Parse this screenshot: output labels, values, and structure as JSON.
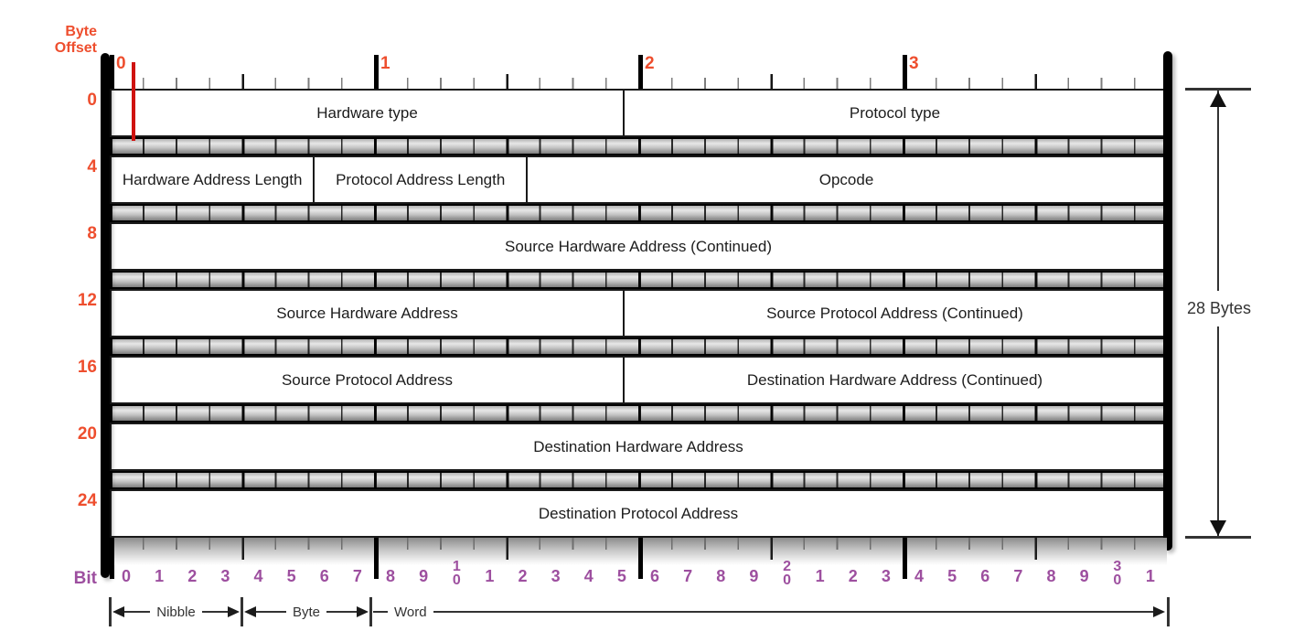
{
  "header": {
    "byte_offset_label": "Byte Offset",
    "byte_numbers": [
      "0",
      "1",
      "2",
      "3"
    ]
  },
  "rows": [
    {
      "offset": "0",
      "fields": [
        {
          "label": "Hardware type",
          "width_frac": 0.487
        },
        {
          "label": "Protocol type",
          "width_frac": 0.513
        }
      ]
    },
    {
      "offset": "4",
      "fields": [
        {
          "label": "Hardware Address Length",
          "width_frac": 0.193
        },
        {
          "label": "Protocol Address Length",
          "width_frac": 0.202
        },
        {
          "label": "Opcode",
          "width_frac": 0.605
        }
      ]
    },
    {
      "offset": "8",
      "fields": [
        {
          "label": "Source Hardware Address (Continued)",
          "width_frac": 1.0
        }
      ]
    },
    {
      "offset": "12",
      "fields": [
        {
          "label": "Source Hardware Address",
          "width_frac": 0.487
        },
        {
          "label": "Source Protocol Address (Continued)",
          "width_frac": 0.513
        }
      ]
    },
    {
      "offset": "16",
      "fields": [
        {
          "label": "Source Protocol Address",
          "width_frac": 0.487
        },
        {
          "label": "Destination Hardware Address (Continued)",
          "width_frac": 0.513
        }
      ]
    },
    {
      "offset": "20",
      "fields": [
        {
          "label": "Destination Hardware Address",
          "width_frac": 1.0
        }
      ]
    },
    {
      "offset": "24",
      "fields": [
        {
          "label": "Destination Protocol Address",
          "width_frac": 1.0
        }
      ]
    }
  ],
  "bit_ruler": {
    "label": "Bit",
    "bit_labels": [
      "0",
      "1",
      "2",
      "3",
      "4",
      "5",
      "6",
      "7",
      "8",
      "9",
      "10",
      "1",
      "2",
      "3",
      "4",
      "5",
      "6",
      "7",
      "8",
      "9",
      "20",
      "1",
      "2",
      "3",
      "4",
      "5",
      "6",
      "7",
      "8",
      "9",
      "30",
      "1"
    ]
  },
  "scale_ruler": {
    "nibble_label": "Nibble",
    "byte_label": "Byte",
    "word_label": "Word"
  },
  "size_annotation": {
    "label": "28 Bytes"
  },
  "colors": {
    "offset_orange": "#ee4e2e",
    "bit_purple": "#9d4f9f",
    "marker_red": "#cf1310",
    "line_dark": "#333333"
  }
}
